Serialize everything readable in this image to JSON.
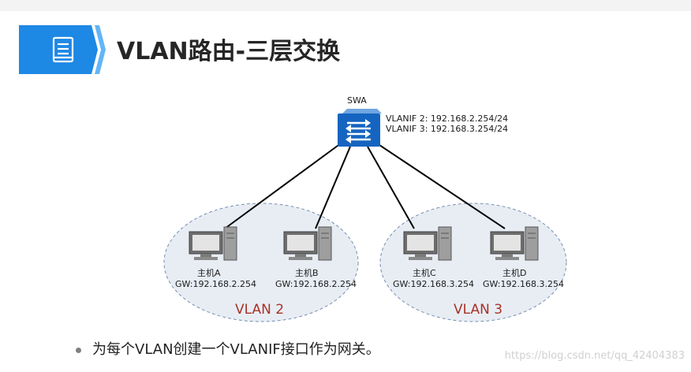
{
  "slide": {
    "title": "VLAN路由-三层交换",
    "title_icon": "document-list-icon",
    "bullet": "为每个VLAN创建一个VLANIF接口作为网关。",
    "watermark": "https://blog.csdn.net/qq_42404383"
  },
  "switch": {
    "name": "SWA",
    "vlanif": [
      "VLANIF 2: 192.168.2.254/24",
      "VLANIF 3: 192.168.3.254/24"
    ],
    "icon": "switch-icon"
  },
  "hosts": [
    {
      "name": "主机A",
      "gw": "GW:192.168.2.254",
      "icon": "pc-icon"
    },
    {
      "name": "主机B",
      "gw": "GW:192.168.2.254",
      "icon": "pc-icon"
    },
    {
      "name": "主机C",
      "gw": "GW:192.168.3.254",
      "icon": "pc-icon"
    },
    {
      "name": "主机D",
      "gw": "GW:192.168.3.254",
      "icon": "pc-icon"
    }
  ],
  "vlans": [
    {
      "label": "VLAN 2"
    },
    {
      "label": "VLAN 3"
    }
  ],
  "colors": {
    "accent_blue": "#1e88e5",
    "switch_blue": "#1565c0",
    "vlan_label": "#a93226"
  }
}
